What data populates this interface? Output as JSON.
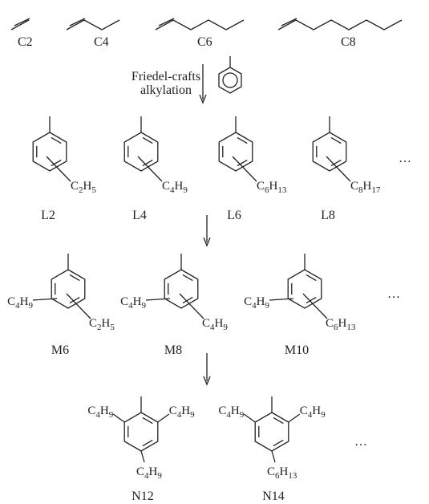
{
  "alkenes": [
    {
      "label": "C2",
      "chain": 2
    },
    {
      "label": "C4",
      "chain": 4
    },
    {
      "label": "C6",
      "chain": 6
    },
    {
      "label": "C8",
      "chain": 8
    }
  ],
  "reaction": {
    "line1": "Friedel-crafts",
    "line2": "alkylation"
  },
  "row_l": [
    {
      "label": "L2",
      "sub": [
        "C",
        "2",
        "H",
        "5"
      ]
    },
    {
      "label": "L4",
      "sub": [
        "C",
        "4",
        "H",
        "9"
      ]
    },
    {
      "label": "L6",
      "sub": [
        "C",
        "6",
        "H",
        "13"
      ]
    },
    {
      "label": "L8",
      "sub": [
        "C",
        "8",
        "H",
        "17"
      ]
    }
  ],
  "row_m": [
    {
      "label": "M6",
      "left": [
        "C",
        "4",
        "H",
        "9"
      ],
      "sub": [
        "C",
        "2",
        "H",
        "5"
      ]
    },
    {
      "label": "M8",
      "left": [
        "C",
        "4",
        "H",
        "9"
      ],
      "sub": [
        "C",
        "4",
        "H",
        "9"
      ]
    },
    {
      "label": "M10",
      "left": [
        "C",
        "4",
        "H",
        "9"
      ],
      "sub": [
        "C",
        "6",
        "H",
        "13"
      ]
    }
  ],
  "row_n": [
    {
      "label": "N12",
      "left": [
        "C",
        "4",
        "H",
        "9"
      ],
      "right": [
        "C",
        "4",
        "H",
        "9"
      ],
      "bottom": [
        "C",
        "4",
        "H",
        "9"
      ]
    },
    {
      "label": "N14",
      "left": [
        "C",
        "4",
        "H",
        "9"
      ],
      "right": [
        "C",
        "4",
        "H",
        "9"
      ],
      "bottom": [
        "C",
        "6",
        "H",
        "13"
      ]
    }
  ],
  "ellipsis": "…"
}
